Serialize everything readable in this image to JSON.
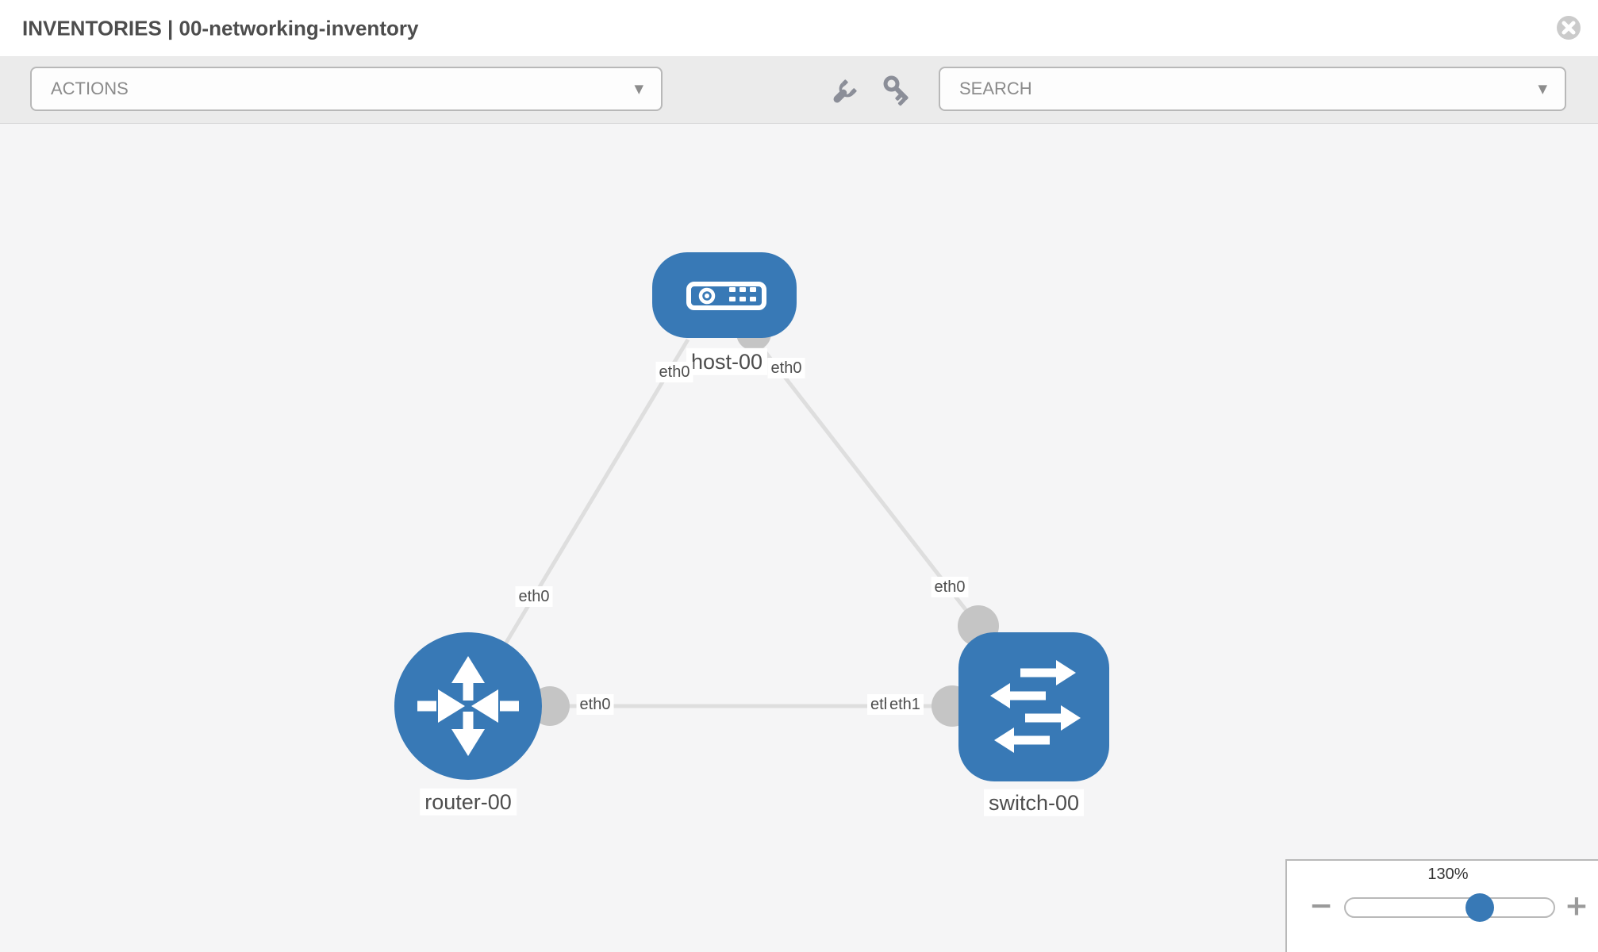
{
  "header": {
    "title": "INVENTORIES | 00-networking-inventory",
    "close_icon": "x-circle-icon"
  },
  "toolbar": {
    "actions_label": "ACTIONS",
    "search_placeholder": "SEARCH",
    "caret": "▼",
    "tool_icons": [
      "wrench-icon",
      "key-icon"
    ]
  },
  "canvas": {
    "nodes": [
      {
        "label": "host-00",
        "type": "host",
        "icon": "server-icon"
      },
      {
        "label": "router-00",
        "type": "router",
        "icon": "router-arrows-icon"
      },
      {
        "label": "switch-00",
        "type": "switch",
        "icon": "switch-arrows-icon"
      }
    ],
    "links": [
      {
        "from": "host-00",
        "to": "router-00",
        "from_port": "eth0",
        "to_port": "eth0"
      },
      {
        "from": "host-00",
        "to": "switch-00",
        "from_port": "eth0",
        "to_port": "eth0"
      },
      {
        "from": "router-00",
        "to": "switch-00",
        "from_port": "eth0",
        "to_port": "eth1"
      }
    ],
    "port_labels": {
      "host_to_router": "eth0",
      "router_to_host": "eth0",
      "host_to_switch": "eth0",
      "switch_to_host": "eth0",
      "router_to_switch": "eth0",
      "switch_to_router_a": "eth0",
      "switch_to_router_b": "eth1"
    }
  },
  "zoom_control": {
    "level": "130%",
    "minus": "−",
    "plus": "+"
  },
  "colors": {
    "node_blue": "#3879b6",
    "link_gray": "#dedede",
    "connector_gray": "#c5c5c5",
    "toolbar_bg": "#ebebeb",
    "canvas_bg": "#f5f5f6",
    "icon_gray": "#8b8e98"
  }
}
